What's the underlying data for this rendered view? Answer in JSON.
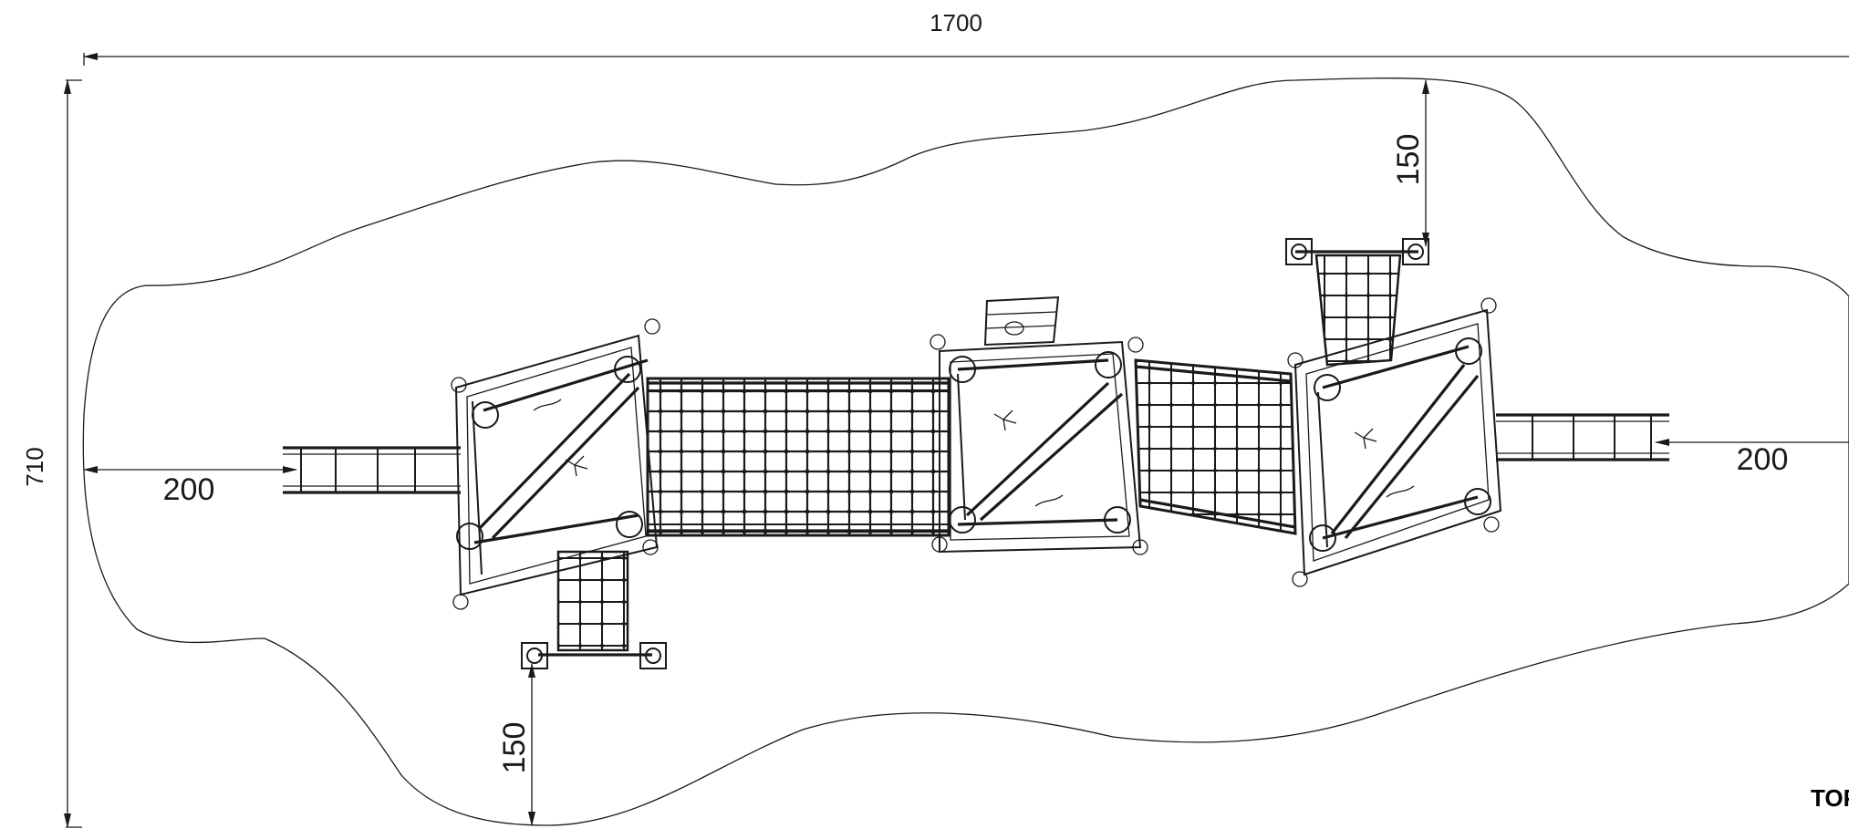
{
  "dimensions": {
    "overall_length": "1700",
    "overall_width": "710",
    "left_clearance": "200",
    "right_clearance": "200",
    "top_clearance": "150",
    "bottom_clearance": "150"
  },
  "view_label": "TOP"
}
